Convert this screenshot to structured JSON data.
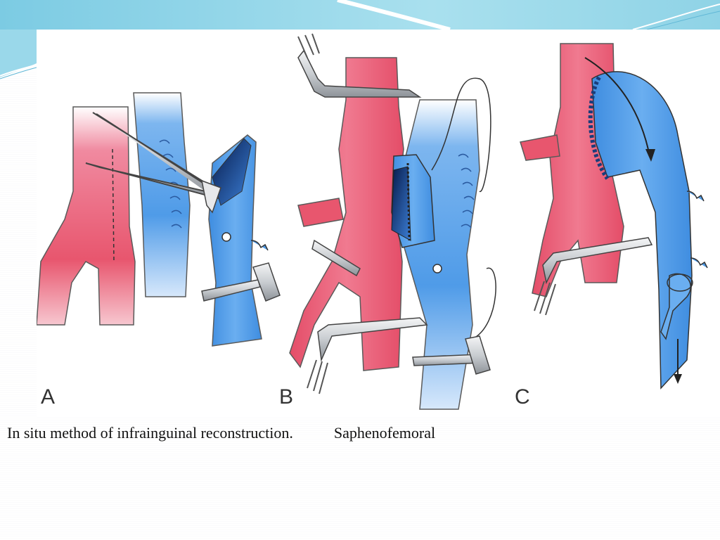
{
  "slide": {
    "caption_main": "In situ method of infrainguinal reconstruction.",
    "caption_secondary": "Saphenofemoral"
  },
  "figure": {
    "panel_labels": [
      "A",
      "B",
      "C"
    ]
  },
  "colors": {
    "artery": "#e8566e",
    "vein": "#4f9be8",
    "vein_dark": "#123a8a",
    "instrument": "#d8dbde",
    "banner": "#8fd3e6"
  }
}
